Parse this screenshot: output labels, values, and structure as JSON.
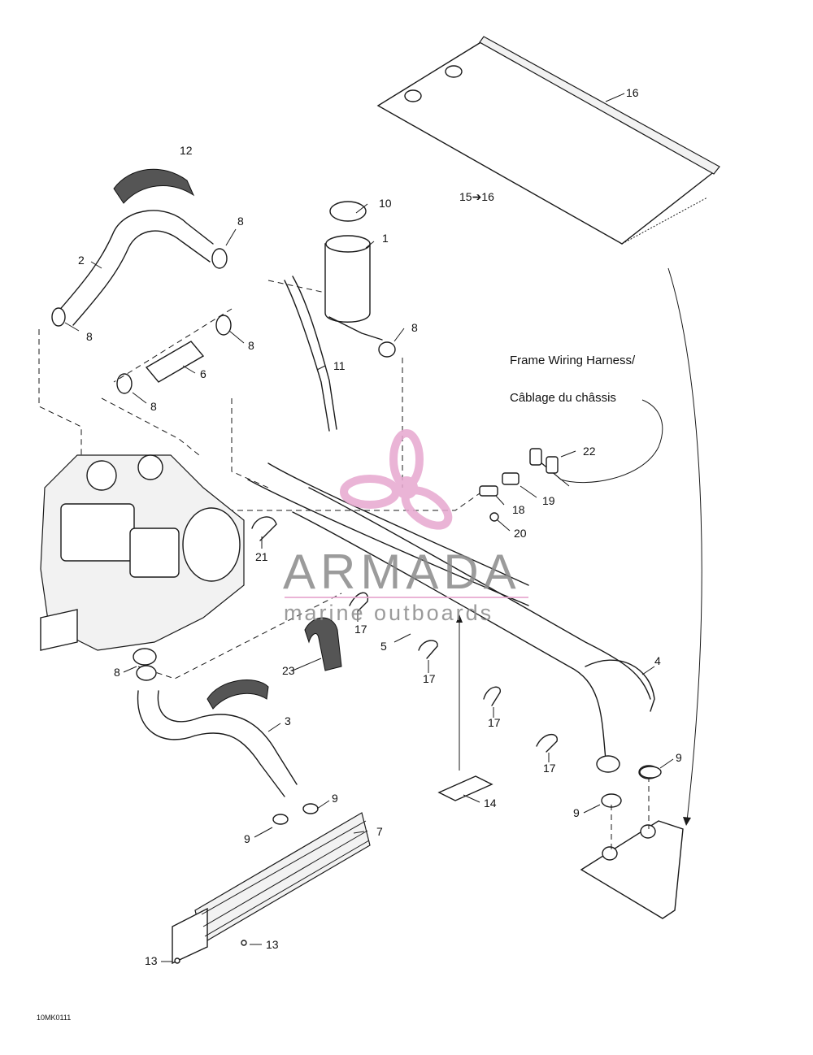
{
  "callouts": {
    "c1": "1",
    "c2": "2",
    "c3": "3",
    "c4": "4",
    "c5": "5",
    "c6": "6",
    "c7": "7",
    "c8": "8",
    "c9": "9",
    "c10": "10",
    "c11": "11",
    "c12": "12",
    "c13": "13",
    "c14": "14",
    "c15_16": "15➔16",
    "c16": "16",
    "c17": "17",
    "c18": "18",
    "c19": "19",
    "c20": "20",
    "c21": "21",
    "c22": "22",
    "c23": "23"
  },
  "harness": {
    "line1": "Frame Wiring Harness/",
    "line2": "Câblage du châssis"
  },
  "watermark": {
    "title": "ARMADA",
    "subtitle": "marine outboards",
    "color": "#e7a8cf"
  },
  "reference_code": "10MK0111"
}
